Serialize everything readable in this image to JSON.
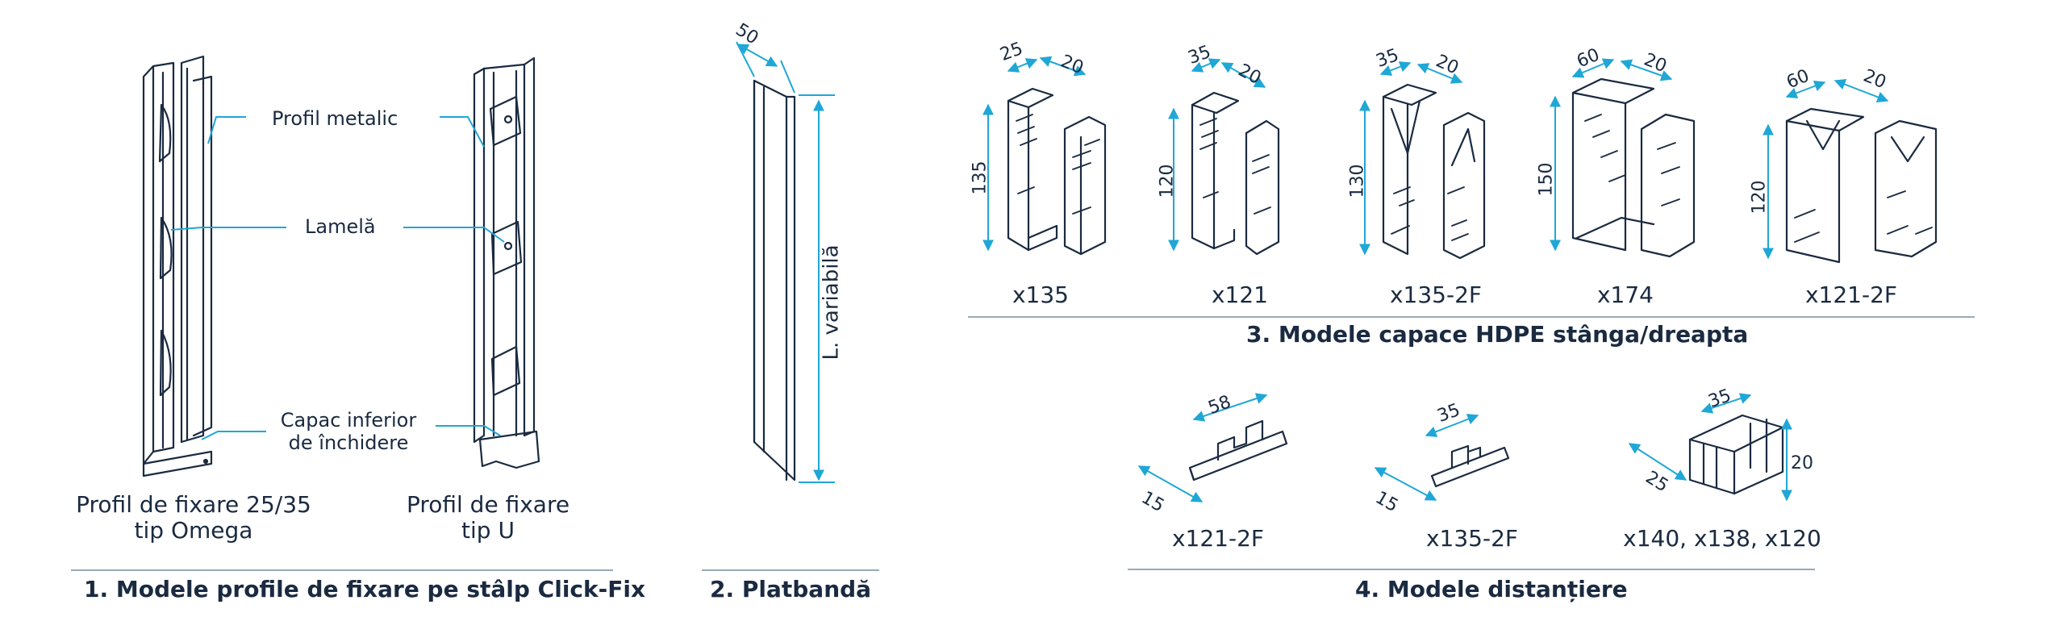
{
  "colors": {
    "ink": "#1a2a40",
    "accent": "#1fa7d6",
    "rule": "#9aa9b8",
    "background": "#ffffff"
  },
  "section1": {
    "title": "1. Modele profile de fixare pe stâlp Click-Fix",
    "callouts": {
      "profil_metalic": "Profil metalic",
      "lamela": "Lamelă",
      "capac_line1": "Capac inferior",
      "capac_line2": "de închidere"
    },
    "omega": {
      "line1": "Profil de fixare 25/35",
      "line2": "tip Omega"
    },
    "u": {
      "line1": "Profil de fixare",
      "line2": "tip U"
    }
  },
  "section2": {
    "title": "2. Platbandă",
    "dim_width": "50",
    "dim_length": "L. variabilă"
  },
  "section3": {
    "title": "3. Modele capace HDPE stânga/dreapta",
    "models": [
      {
        "name": "x135",
        "d1": "25",
        "d2": "20",
        "h": "135"
      },
      {
        "name": "x121",
        "d1": "35",
        "d2": "20",
        "h": "120"
      },
      {
        "name": "x135-2F",
        "d1": "35",
        "d2": "20",
        "h": "130"
      },
      {
        "name": "x174",
        "d1": "60",
        "d2": "20",
        "h": "150"
      },
      {
        "name": "x121-2F",
        "d1": "60",
        "d2": "20",
        "h": "120"
      }
    ]
  },
  "section4": {
    "title": "4. Modele distanțiere",
    "models": [
      {
        "name": "x121-2F",
        "d1": "58",
        "d2": "15"
      },
      {
        "name": "x135-2F",
        "d1": "35",
        "d2": "15"
      },
      {
        "name": "x140, x138, x120",
        "d1": "35",
        "d2": "25",
        "d3": "20"
      }
    ]
  }
}
